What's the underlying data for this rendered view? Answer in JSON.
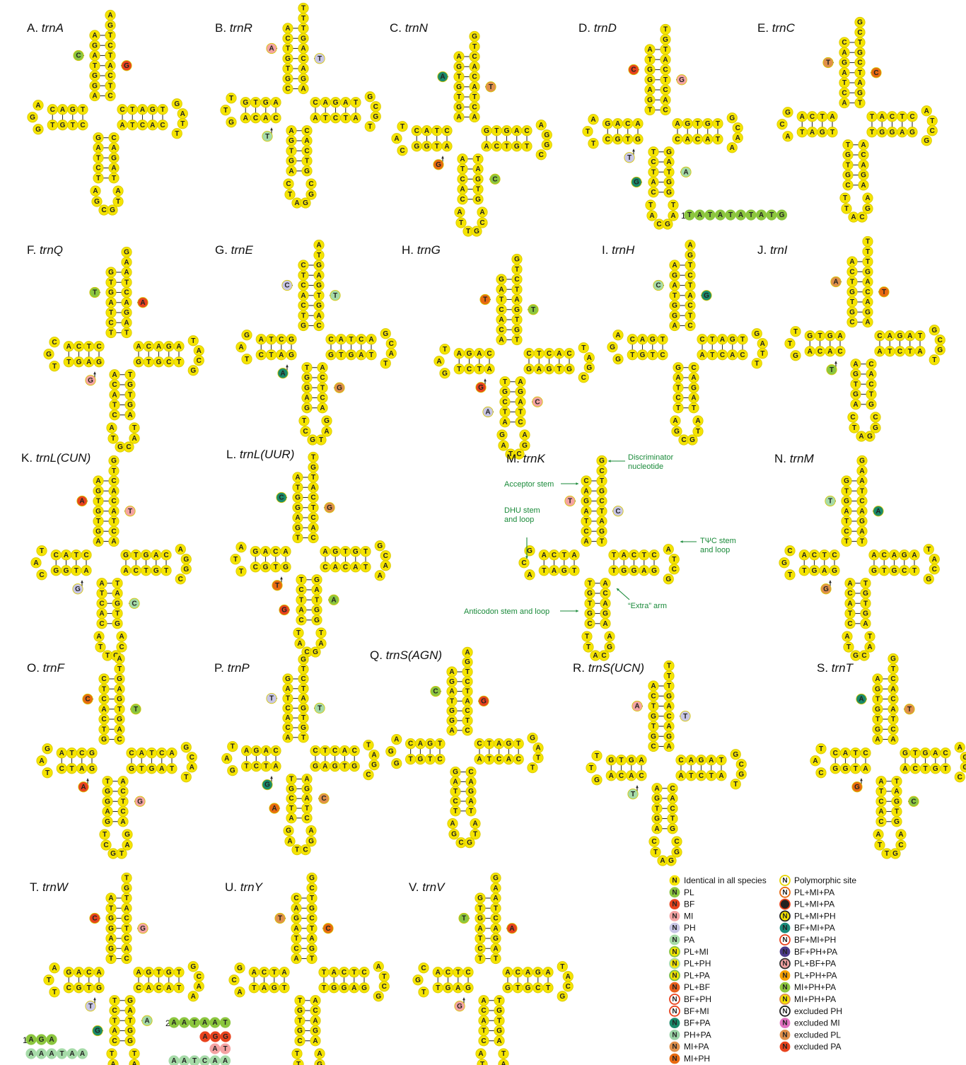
{
  "panels": [
    {
      "id": "A",
      "prefix": "A. ",
      "gene": "trnA"
    },
    {
      "id": "B",
      "prefix": "B. ",
      "gene": "trnR"
    },
    {
      "id": "C",
      "prefix": "C. ",
      "gene": "trnN"
    },
    {
      "id": "D",
      "prefix": "D. ",
      "gene": "trnD"
    },
    {
      "id": "E",
      "prefix": "E. ",
      "gene": "trnC"
    },
    {
      "id": "F",
      "prefix": "F. ",
      "gene": "trnQ"
    },
    {
      "id": "G",
      "prefix": "G. ",
      "gene": "trnE"
    },
    {
      "id": "H",
      "prefix": "H. ",
      "gene": "trnG"
    },
    {
      "id": "I",
      "prefix": "I. ",
      "gene": "trnH"
    },
    {
      "id": "J",
      "prefix": "J. ",
      "gene": "trnI"
    },
    {
      "id": "K",
      "prefix": "K. ",
      "gene": "trnL(CUN)"
    },
    {
      "id": "L",
      "prefix": "L. ",
      "gene": "trnL(UUR)"
    },
    {
      "id": "M",
      "prefix": "M. ",
      "gene": "trnK"
    },
    {
      "id": "N",
      "prefix": "N. ",
      "gene": "trnM"
    },
    {
      "id": "O",
      "prefix": "O. ",
      "gene": "trnF"
    },
    {
      "id": "P",
      "prefix": "P. ",
      "gene": "trnP"
    },
    {
      "id": "Q",
      "prefix": "Q. ",
      "gene": "trnS(AGN)"
    },
    {
      "id": "R",
      "prefix": "R. ",
      "gene": "trnS(UCN)"
    },
    {
      "id": "S",
      "prefix": "S. ",
      "gene": "trnT"
    },
    {
      "id": "T",
      "prefix": "T. ",
      "gene": "trnW"
    },
    {
      "id": "U",
      "prefix": "U. ",
      "gene": "trnY"
    },
    {
      "id": "V",
      "prefix": "V. ",
      "gene": "trnV"
    }
  ],
  "annotations": {
    "discriminator": "Discriminator nucleotide",
    "acceptor": "Acceptor stem",
    "dhu": "DHU stem and loop",
    "tpsic": "TΨC stem and loop",
    "extra": "“Extra” arm",
    "anticodon": "Anticodon stem and loop"
  },
  "insert_notes": [
    {
      "num": "1",
      "seq": "TATATATATG"
    },
    {
      "num": "1",
      "seq": "AGA"
    },
    {
      "num": "",
      "seq": "AAATAA"
    },
    {
      "num": "2",
      "seq": "AATAAT"
    },
    {
      "num": "",
      "seq": "AGG"
    },
    {
      "num": "",
      "seq": "AT"
    },
    {
      "num": "",
      "seq": "AATCAA"
    }
  ],
  "legend": {
    "glyph": "N",
    "left": [
      {
        "label": "Identical in all species",
        "color": "#f5e400"
      },
      {
        "label": "PL",
        "color": "#8cc63f"
      },
      {
        "label": "BF",
        "color": "#e8431e"
      },
      {
        "label": "MI",
        "color": "#f4a3a3"
      },
      {
        "label": "PH",
        "color": "#c8c6e6"
      },
      {
        "label": "PA",
        "color": "#a6dba8"
      },
      {
        "label": "PL+MI",
        "color": "#f5e400",
        "ring": "#8cc63f"
      },
      {
        "label": "PL+PH",
        "color": "#f5e400",
        "ring": "#a6dba8"
      },
      {
        "label": "PL+PA",
        "color": "#f5e400",
        "ring": "#7bbf4a"
      },
      {
        "label": "PL+BF",
        "color": "#e8601e"
      },
      {
        "label": "BF+PH",
        "color": "#ffffff",
        "ring": "#e8431e"
      },
      {
        "label": "BF+MI",
        "color": "#ffffff",
        "ring": "#e8431e"
      },
      {
        "label": "BF+PA",
        "color": "#1a8a6a"
      },
      {
        "label": "PH+PA",
        "color": "#9ad3a6"
      },
      {
        "label": "MI+PA",
        "color": "#e0904a"
      },
      {
        "label": "MI+PH",
        "color": "#e86a10"
      }
    ],
    "right": [
      {
        "label": "Polymorphic site",
        "color": "#ffffff",
        "ring": "#e6d400"
      },
      {
        "label": "PL+MI+PA",
        "color": "#ffffff",
        "ring": "#e86a10"
      },
      {
        "label": "PL+MI+PA",
        "color": "#222222",
        "ring": "#e8431e"
      },
      {
        "label": "PL+MI+PH",
        "color": "#f5e400",
        "ring": "#222222"
      },
      {
        "label": "BF+MI+PA",
        "color": "#1a8a7a"
      },
      {
        "label": "BF+MI+PH",
        "color": "#ffffff",
        "ring": "#e8431e"
      },
      {
        "label": "BF+PH+PA",
        "color": "#4a3a8a"
      },
      {
        "label": "PL+BF+PA",
        "color": "#f4a3a3",
        "ring": "#333"
      },
      {
        "label": "PL+PH+PA",
        "color": "#f5a000"
      },
      {
        "label": "MI+PH+PA",
        "color": "#8cc63f"
      },
      {
        "label": "MI+PH+PA",
        "color": "#f5e400",
        "ring": "#e0904a"
      },
      {
        "label": "excluded PH",
        "color": "#ffffff",
        "ring": "#222222"
      },
      {
        "label": "excluded MI",
        "color": "#e070c0"
      },
      {
        "label": "excluded PL",
        "color": "#e0904a"
      },
      {
        "label": "excluded PA",
        "color": "#e8431e"
      }
    ]
  }
}
